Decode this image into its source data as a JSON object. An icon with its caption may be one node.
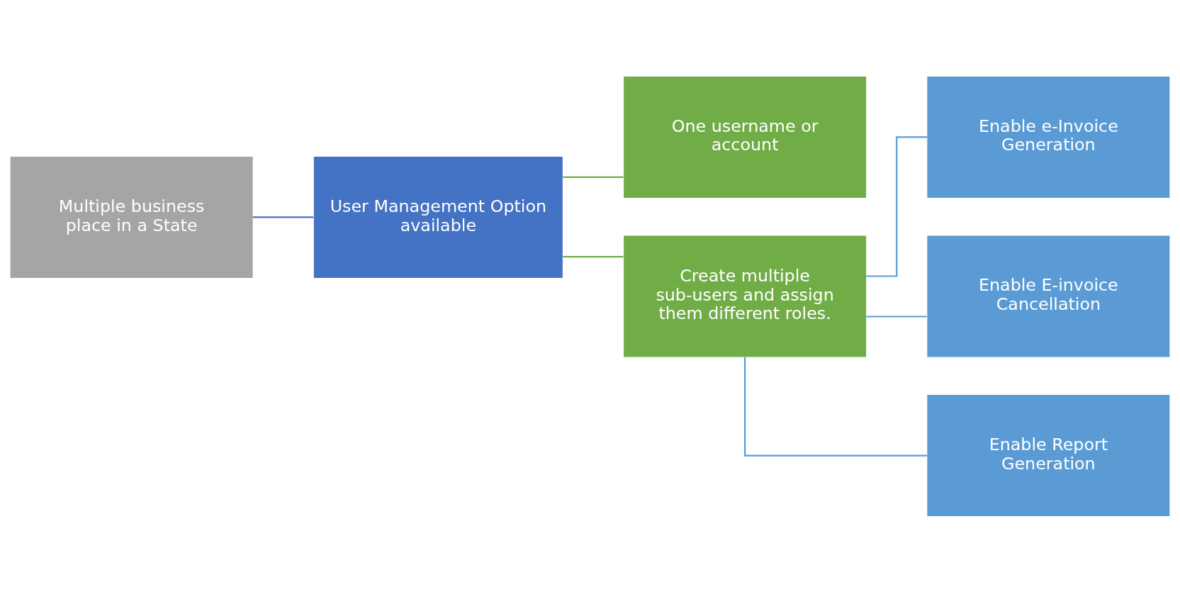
{
  "diagram": {
    "nodes": [
      {
        "text": [
          "Multiple business place in a State"
        ]
      },
      {
        "text": [
          "User Management Option available"
        ]
      },
      {
        "text": [
          "One username or account"
        ]
      },
      {
        "text": [
          "Create multiple sub-users and assign them different roles."
        ]
      },
      {
        "text": [
          "Enable e-Invoice Generation"
        ]
      },
      {
        "text": [
          "Enable E-invoice Cancellation"
        ]
      },
      {
        "text": [
          "Enable Report Generation"
        ]
      }
    ],
    "edges": [
      {
        "from": 0,
        "to": 1,
        "arrow": "none",
        "color": "#4472c4"
      },
      {
        "from": 1,
        "to": 2,
        "arrow": "none",
        "color": "#70ad47"
      },
      {
        "from": 1,
        "to": 3,
        "arrow": "none",
        "color": "#70ad47"
      },
      {
        "from": 3,
        "to": 4,
        "arrow": "none"
      },
      {
        "from": 3,
        "to": 5,
        "arrow": "none"
      },
      {
        "from": 3,
        "to": 6,
        "arrow": "none"
      }
    ]
  }
}
